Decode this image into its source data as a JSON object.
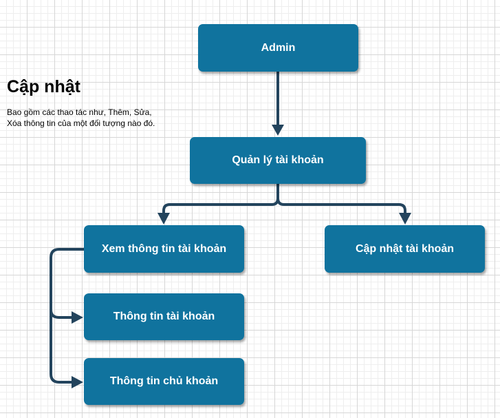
{
  "diagram": {
    "colors": {
      "node_fill": "#10739e",
      "node_text": "#ffffff",
      "connector": "#23445d"
    },
    "nodes": {
      "admin": "Admin",
      "quan_ly_tai_khoan": "Quản lý tài khoản",
      "xem_thong_tin_tai_khoan": "Xem thông tin tài khoản",
      "cap_nhat_tai_khoan": "Cập nhật tài khoản",
      "thong_tin_tai_khoan": "Thông tin tài khoản",
      "thong_tin_chu_khoan": "Thông tin chủ khoản"
    },
    "edges": [
      {
        "from": "admin",
        "to": "quan_ly_tai_khoan"
      },
      {
        "from": "quan_ly_tai_khoan",
        "to": "xem_thong_tin_tai_khoan"
      },
      {
        "from": "quan_ly_tai_khoan",
        "to": "cap_nhat_tai_khoan"
      },
      {
        "from": "xem_thong_tin_tai_khoan",
        "to": "thong_tin_tai_khoan"
      },
      {
        "from": "xem_thong_tin_tai_khoan",
        "to": "thong_tin_chu_khoan"
      }
    ]
  },
  "note": {
    "title": "Cập nhật",
    "body": "Bao gồm các thao tác như, Thêm, Sửa, Xóa thông tin của một đối tượng nào đó."
  }
}
